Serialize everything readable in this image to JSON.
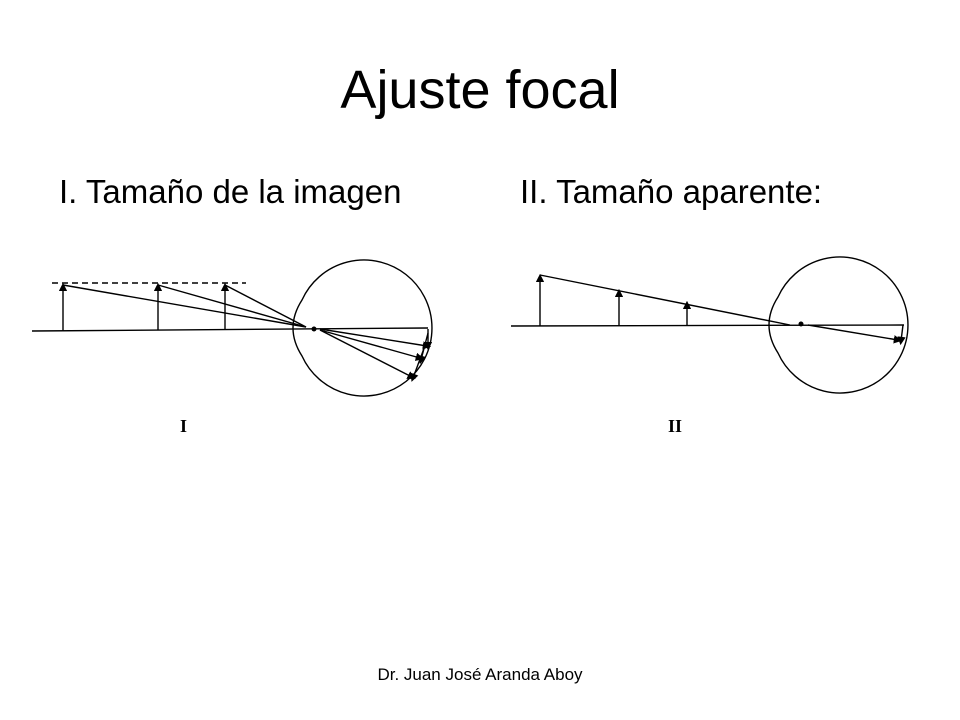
{
  "slide": {
    "title": "Ajuste focal",
    "subtitles": {
      "left": "I. Tamaño de la imagen",
      "right": "II. Tamaño aparente:"
    },
    "figure_labels": {
      "first": "I",
      "second": "II"
    },
    "footer": "Dr. Juan José Aranda Aboy"
  },
  "colors": {
    "ink": "#000000",
    "background": "#ffffff"
  }
}
